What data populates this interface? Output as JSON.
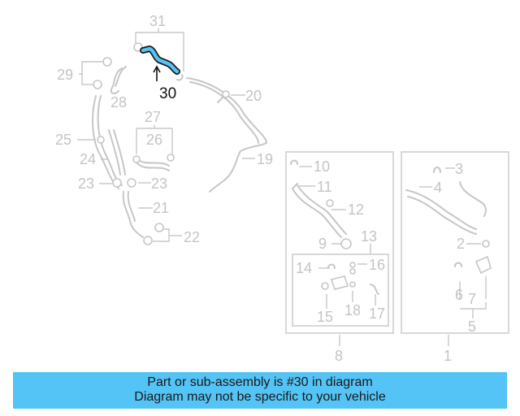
{
  "diagram": {
    "highlight_color": "#54c3f5",
    "highlighted_part": "30",
    "labels": {
      "1": "1",
      "2": "2",
      "3": "3",
      "4": "4",
      "5": "5",
      "6": "6",
      "7": "7",
      "8": "8",
      "9": "9",
      "10": "10",
      "11": "11",
      "12": "12",
      "13": "13",
      "14": "14",
      "15": "15",
      "16": "16",
      "17": "17",
      "18": "18",
      "19": "19",
      "20": "20",
      "21": "21",
      "22": "22",
      "23a": "23",
      "23b": "23",
      "24": "24",
      "25": "25",
      "26": "26",
      "27": "27",
      "28": "28",
      "29": "29",
      "30": "30",
      "31": "31"
    }
  },
  "banner": {
    "background": "#54c3f5",
    "line1": "Part or sub-assembly is #30 in diagram",
    "line2": "Diagram may not be specific to your vehicle"
  }
}
